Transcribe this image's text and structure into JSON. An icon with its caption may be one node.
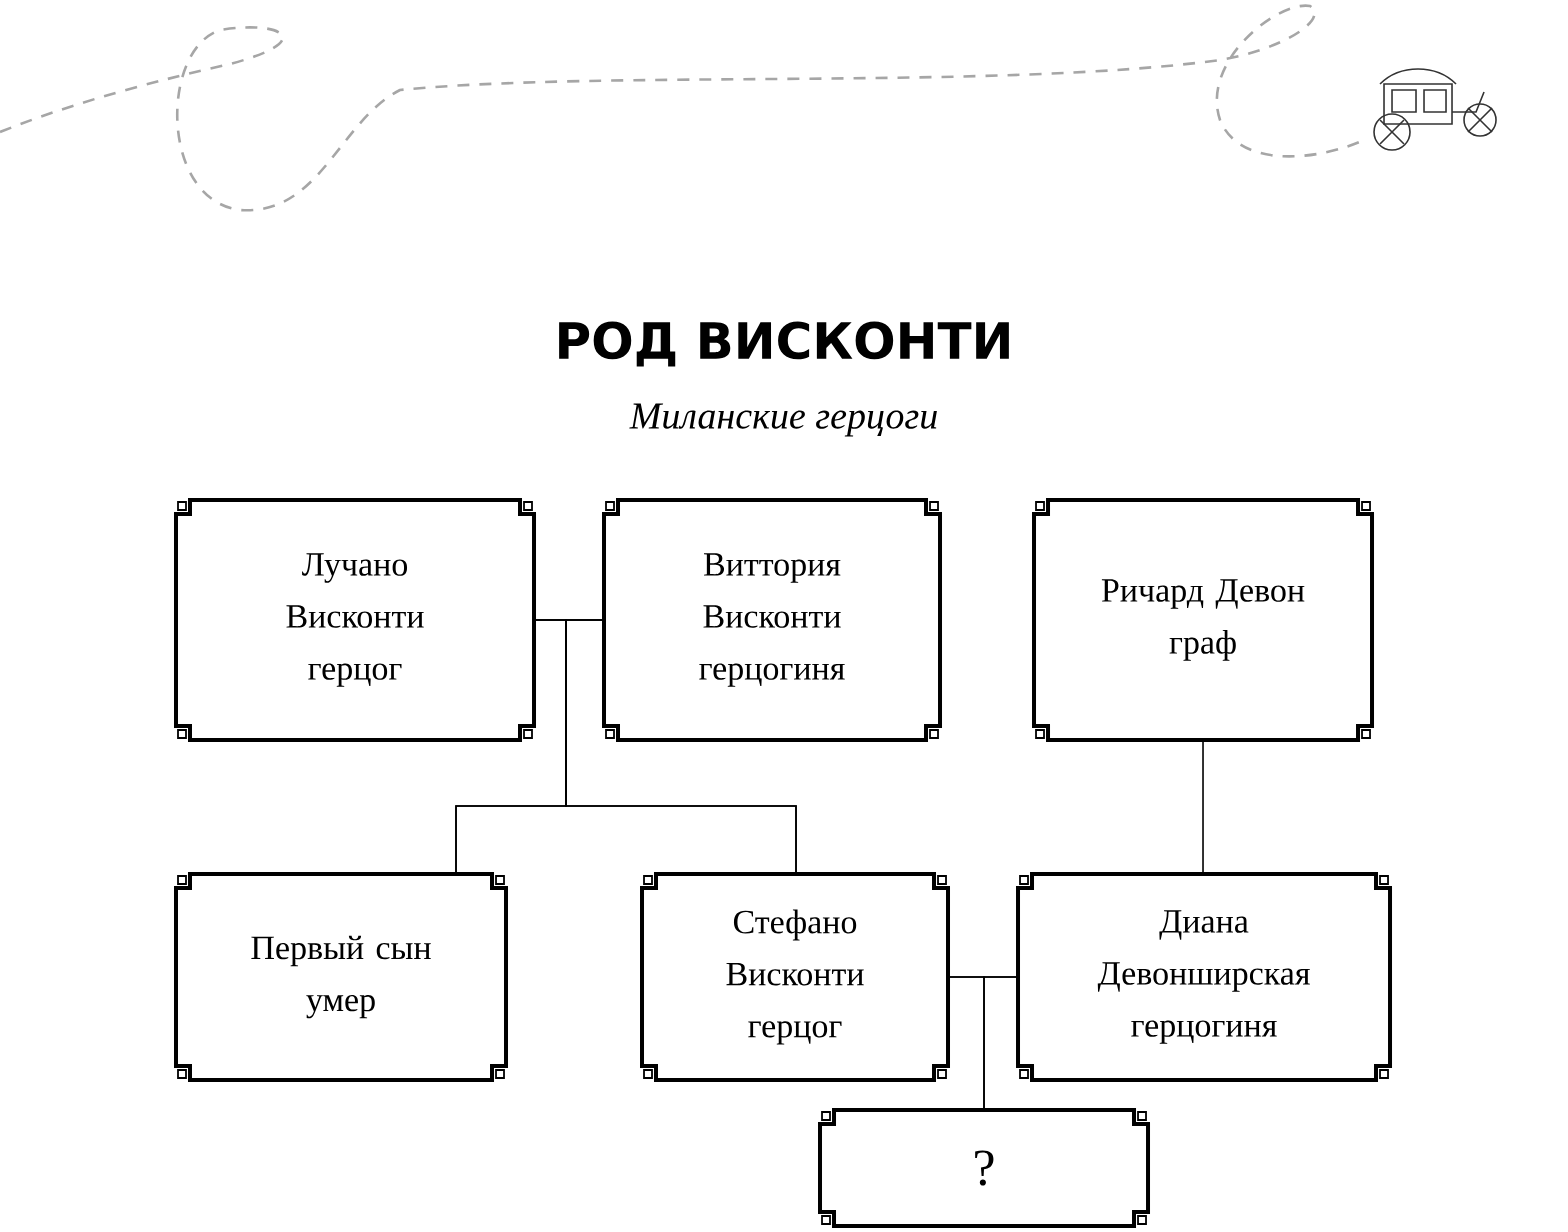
{
  "diagram": {
    "title": "РОД ВИСКОНТИ",
    "caption": "Миланские герцоги",
    "nodes": [
      {
        "text": [
          "Лучано Висконти",
          "герцог"
        ]
      },
      {
        "text": [
          "Виттория Висконти",
          "герцогиня"
        ]
      },
      {
        "text": [
          "Ричард Девон",
          "граф"
        ]
      },
      {
        "text": [
          "Первый сын",
          "умер"
        ]
      },
      {
        "text": [
          "Стефано Висконти",
          "герцог"
        ]
      },
      {
        "text": [
          "Диана Девонширская",
          "герцогиня"
        ]
      },
      {
        "text": [
          "?"
        ]
      }
    ],
    "edges": [
      {
        "from": 0,
        "to": 1,
        "arrow": "none"
      },
      {
        "from": 0,
        "to": 3,
        "arrow": "none"
      },
      {
        "from": 1,
        "to": 3,
        "arrow": "none"
      },
      {
        "from": 0,
        "to": 4,
        "arrow": "none"
      },
      {
        "from": 1,
        "to": 4,
        "arrow": "none"
      },
      {
        "from": 2,
        "to": 5,
        "arrow": "none"
      },
      {
        "from": 4,
        "to": 5,
        "arrow": "none"
      },
      {
        "from": 4,
        "to": 6,
        "arrow": "none"
      },
      {
        "from": 5,
        "to": 6,
        "arrow": "none"
      }
    ]
  }
}
